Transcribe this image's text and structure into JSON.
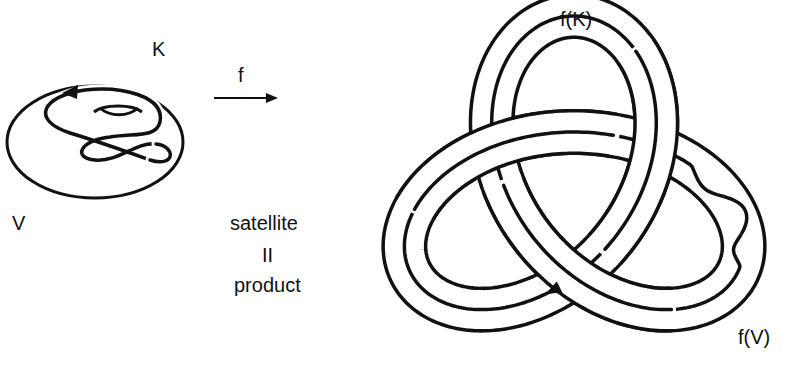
{
  "diagram": {
    "labels": [
      "K",
      "V",
      "f",
      "satellite",
      "II",
      "product",
      "f(K)",
      "f(V)"
    ]
  }
}
